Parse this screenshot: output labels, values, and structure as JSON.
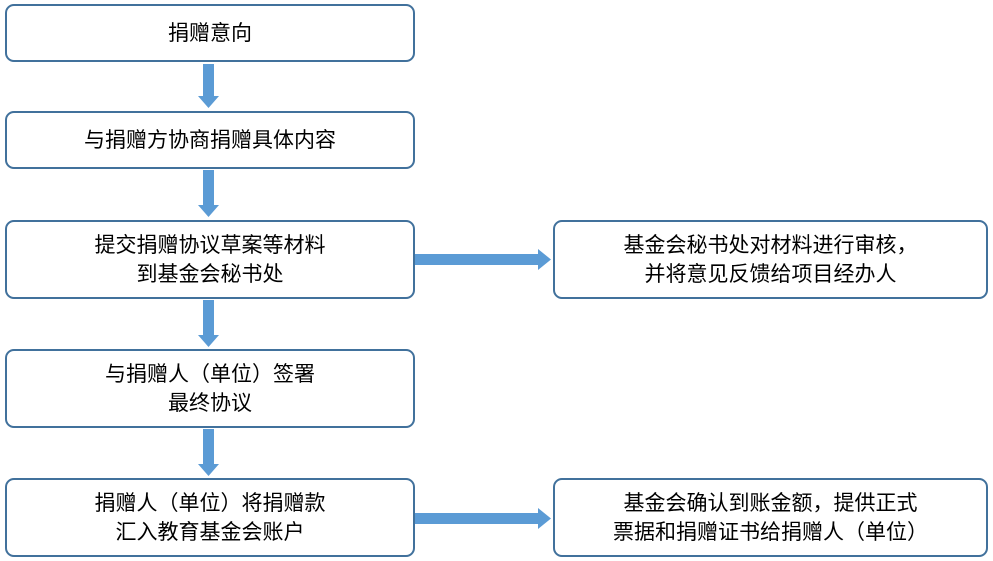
{
  "colors": {
    "box_border": "#41719C",
    "arrow": "#5B9BD5",
    "text": "#000000"
  },
  "steps": [
    {
      "id": "step-1",
      "lines": [
        "捐赠意向"
      ]
    },
    {
      "id": "step-2",
      "lines": [
        "与捐赠方协商捐赠具体内容"
      ]
    },
    {
      "id": "step-3",
      "lines": [
        "提交捐赠协议草案等材料",
        "到基金会秘书处"
      ]
    },
    {
      "id": "step-4",
      "lines": [
        "与捐赠人（单位）签署",
        "最终协议"
      ]
    },
    {
      "id": "step-5",
      "lines": [
        "捐赠人（单位）将捐赠款",
        "汇入教育基金会账户"
      ]
    }
  ],
  "side_steps": [
    {
      "id": "side-1",
      "lines": [
        "基金会秘书处对材料进行审核，",
        "并将意见反馈给项目经办人"
      ]
    },
    {
      "id": "side-2",
      "lines": [
        "基金会确认到账金额，提供正式",
        "票据和捐赠证书给捐赠人（单位）"
      ]
    }
  ]
}
